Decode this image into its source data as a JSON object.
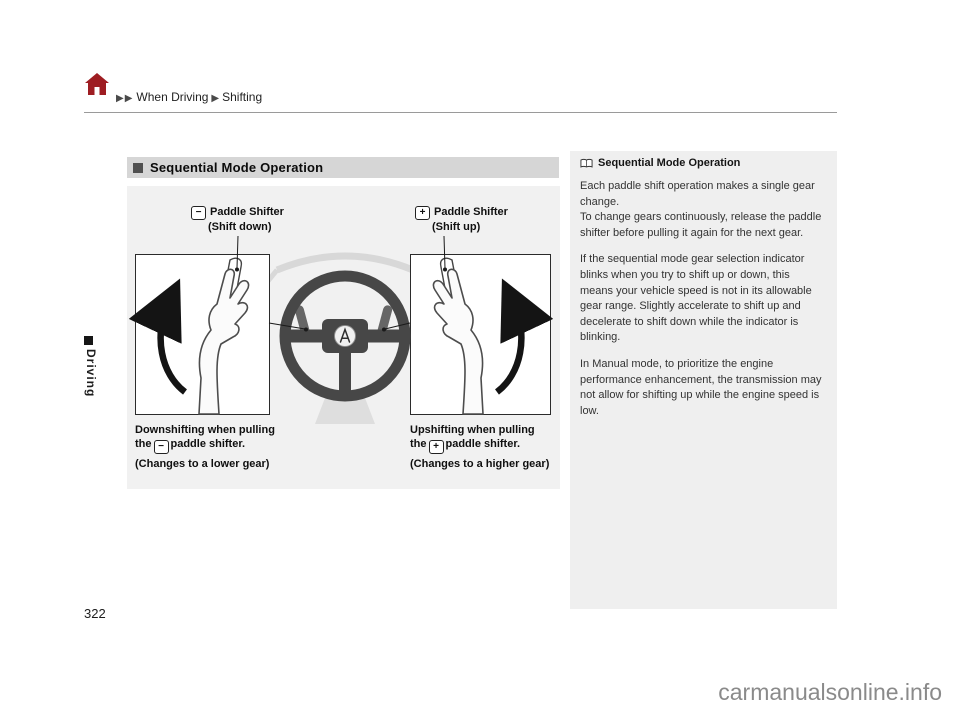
{
  "colors": {
    "accent_red": "#9e1d22",
    "section_bar_gray": "#d6d6d6",
    "figure_bg_gray": "#f1f1f1",
    "note_bg_gray": "#efefef",
    "watermark_gray": "#8a8a8a"
  },
  "breadcrumb": {
    "lead_arrows": "▶▶",
    "item1": "When Driving",
    "separator": "▶",
    "item2": "Shifting"
  },
  "margin": {
    "chapter_label": "Driving",
    "page_number": "322"
  },
  "section": {
    "title": "Sequential Mode Operation"
  },
  "figure": {
    "minus_symbol": "−",
    "plus_symbol": "+",
    "left_label": {
      "line1": "Paddle Shifter",
      "line2": "(Shift down)"
    },
    "right_label": {
      "line1": "Paddle Shifter",
      "line2": "(Shift up)"
    },
    "left_caption": {
      "line1": "Downshifting when pulling",
      "line2_pre": "the",
      "line2_post": "paddle shifter.",
      "line3": "(Changes to a lower gear)"
    },
    "right_caption": {
      "line1": "Upshifting when pulling",
      "line2_pre": "the",
      "line2_post": "paddle shifter.",
      "line3": "(Changes to a higher gear)"
    }
  },
  "note": {
    "title": "Sequential Mode Operation",
    "paragraphs": [
      "Each paddle shift operation makes a single gear change.\nTo change gears continuously, release the paddle shifter before pulling it again for the next gear.",
      "If the sequential mode gear selection indicator blinks when you try to shift up or down, this means your vehicle speed is not in its allowable gear range. Slightly accelerate to shift up and decelerate to shift down while the indicator is blinking.",
      "In Manual mode, to prioritize the engine performance enhancement, the transmission may not allow for shifting up while the engine speed is low."
    ]
  },
  "watermark": "carmanualsonline.info"
}
